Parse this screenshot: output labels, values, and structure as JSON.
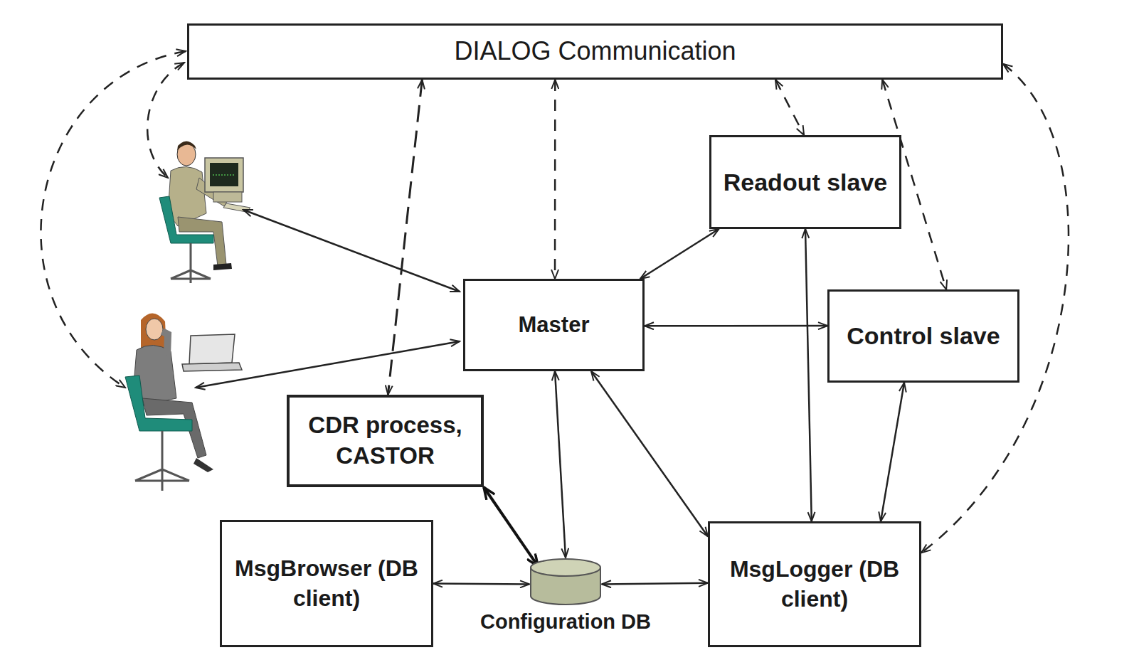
{
  "diagram": {
    "nodes": [
      {
        "text": [
          "DIALOG Communication"
        ]
      },
      {
        "text": [
          "Readout slave"
        ]
      },
      {
        "text": [
          "Master"
        ]
      },
      {
        "text": [
          "Control slave"
        ]
      },
      {
        "text": [
          "CDR process, CASTOR"
        ]
      },
      {
        "text": [
          "MsgBrowser (DB client)"
        ]
      },
      {
        "text": [
          "Configuration DB"
        ]
      },
      {
        "text": [
          "MsgLogger (DB client)"
        ]
      }
    ],
    "edges": [
      {
        "from": 0,
        "to": 4,
        "arrow": "both"
      },
      {
        "from": 0,
        "to": 2,
        "arrow": "both"
      },
      {
        "from": 0,
        "to": 1,
        "arrow": "both"
      },
      {
        "from": 0,
        "to": 3,
        "arrow": "both"
      },
      {
        "from": 0,
        "to": 7,
        "arrow": "both"
      },
      {
        "from": 2,
        "to": 1,
        "arrow": "both"
      },
      {
        "from": 2,
        "to": 3,
        "arrow": "both"
      },
      {
        "from": 2,
        "to": 6,
        "arrow": "both"
      },
      {
        "from": 2,
        "to": 7,
        "arrow": "both"
      },
      {
        "from": 1,
        "to": 7,
        "arrow": "both"
      },
      {
        "from": 3,
        "to": 7,
        "arrow": "both"
      },
      {
        "from": 4,
        "to": 6,
        "arrow": "both"
      },
      {
        "from": 5,
        "to": 6,
        "arrow": "both"
      },
      {
        "from": 6,
        "to": 7,
        "arrow": "both"
      }
    ]
  }
}
